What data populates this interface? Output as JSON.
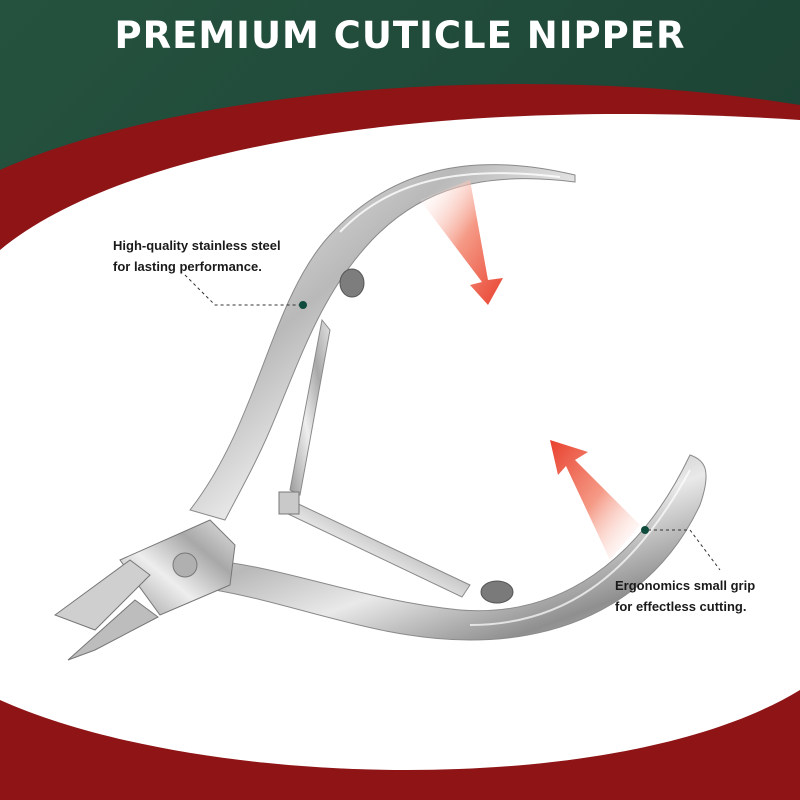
{
  "header": {
    "title": "PREMIUM CUTICLE NIPPER"
  },
  "callouts": [
    {
      "lines": [
        "High-quality stainless steel",
        "for lasting performance."
      ]
    },
    {
      "lines": [
        "Ergonomics small grip",
        "for effectless cutting."
      ]
    }
  ],
  "colors": {
    "background_green": "#1f4a3c",
    "accent_red": "#8e1416",
    "panel_white": "#ffffff",
    "arrow_red": "#e8412e",
    "marker_teal": "#0f4c3e",
    "title_text": "#ffffff"
  }
}
